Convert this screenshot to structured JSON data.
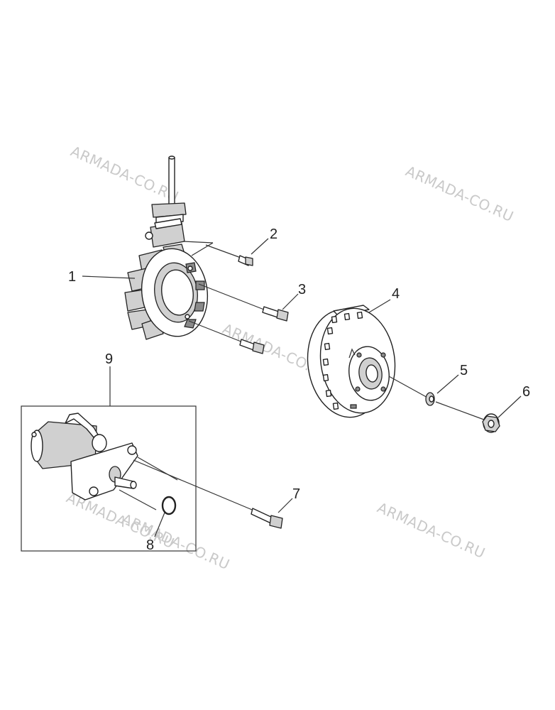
{
  "watermarks": [
    "ARMADA-CO.RU",
    "ARMADA-CO.RU",
    "ARMADA-CO.RU",
    "ARMADA-CO.RU",
    "ARMADA-CO.RU",
    "ARMADA-CO.RU"
  ],
  "callouts": [
    "1",
    "2",
    "3",
    "4",
    "5",
    "6",
    "7",
    "8",
    "9"
  ],
  "colors": {
    "line": "#222222",
    "watermark": "#c9c9c9",
    "background": "#ffffff"
  }
}
